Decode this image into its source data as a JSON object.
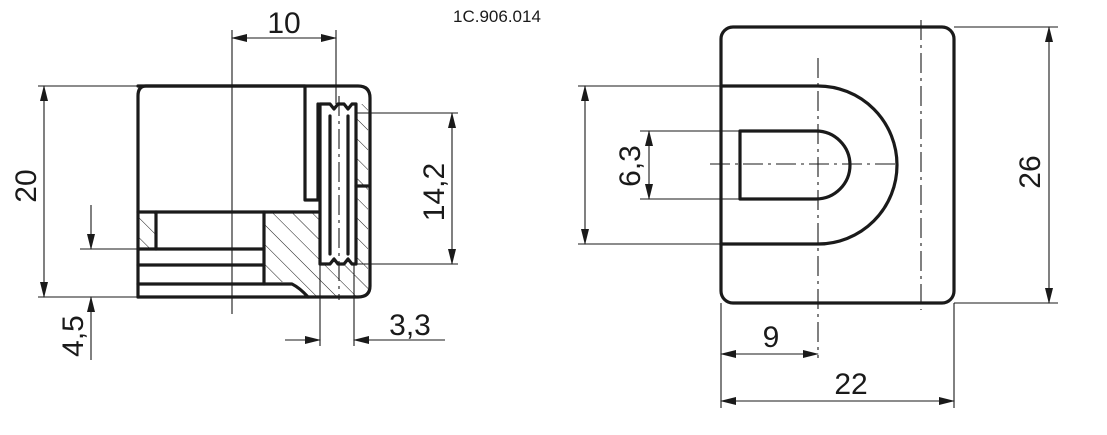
{
  "title": "1C.906.014",
  "dimensions": {
    "width_top": "10",
    "height_left": "20",
    "height_slot": "14,2",
    "offset_bottom": "4,5",
    "groove_width": "3,3",
    "slot_width": "6,3",
    "height_right": "26",
    "center_offset": "9",
    "total_width": "22"
  },
  "colors": {
    "line": "#1a1a1a",
    "background": "#ffffff"
  }
}
